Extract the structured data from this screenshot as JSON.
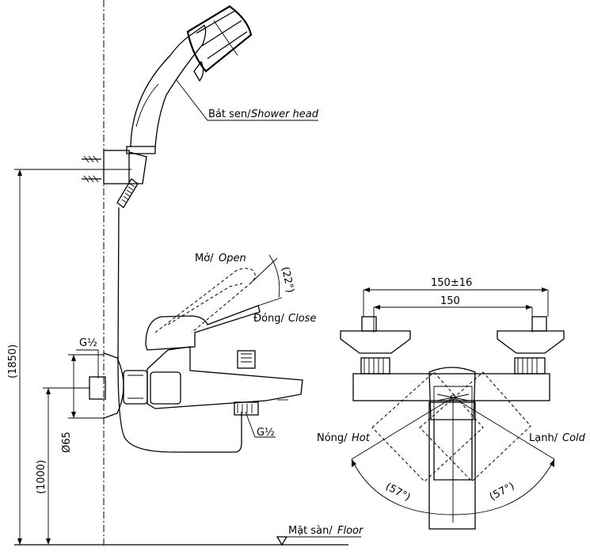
{
  "labels": {
    "shower_head_vi": "Bát sen/",
    "shower_head_en": "Shower head",
    "open_vi": "Mở/",
    "open_en": "Open",
    "close_vi": "Đóng/",
    "close_en": "Close",
    "floor_vi": "Mặt sàn/",
    "floor_en": "Floor",
    "hot_vi": "Nóng/",
    "hot_en": "Hot",
    "cold_vi": "Lạnh/",
    "cold_en": "Cold"
  },
  "dimensions": {
    "total_height": "(1850)",
    "mount_height": "(1000)",
    "flange_diameter": "Ø65",
    "thread_top": "G½",
    "thread_bottom": "G½",
    "lever_angle": "(22°)",
    "centers_range": "150±16",
    "centers": "150",
    "hot_angle": "(57°)",
    "cold_angle": "(57°)"
  }
}
